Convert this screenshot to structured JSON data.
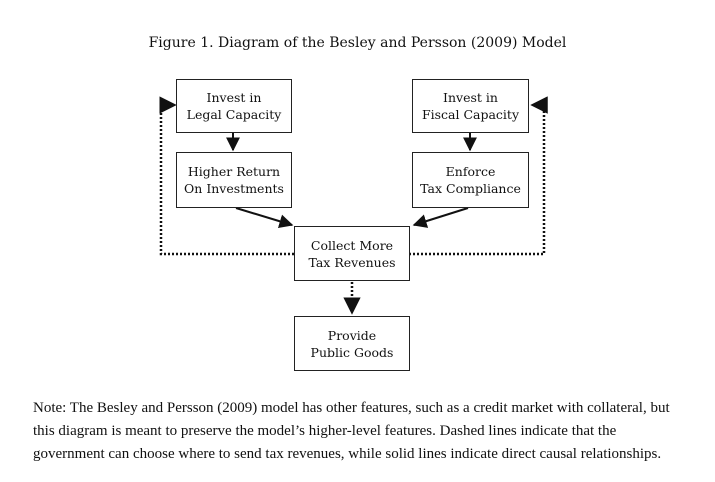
{
  "title": "Figure 1. Diagram of the Besley and Persson (2009) Model",
  "boxes": {
    "legal": [
      "Invest in",
      "Legal Capacity"
    ],
    "fiscal": [
      "Invest in",
      "Fiscal Capacity"
    ],
    "higher_return": [
      "Higher Return",
      "On Investments"
    ],
    "enforce": [
      "Enforce",
      "Tax Compliance"
    ],
    "collect": [
      "Collect More",
      "Tax Revenues"
    ],
    "provide": [
      "Provide",
      "Public Goods"
    ]
  },
  "note": "Note: The Besley and Persson (2009) model has other features, such as a credit market with collateral, but this diagram is meant to preserve the model’s higher-level features. Dashed lines indicate that the government can choose where to send tax revenues, while solid lines indicate direct causal relationships."
}
